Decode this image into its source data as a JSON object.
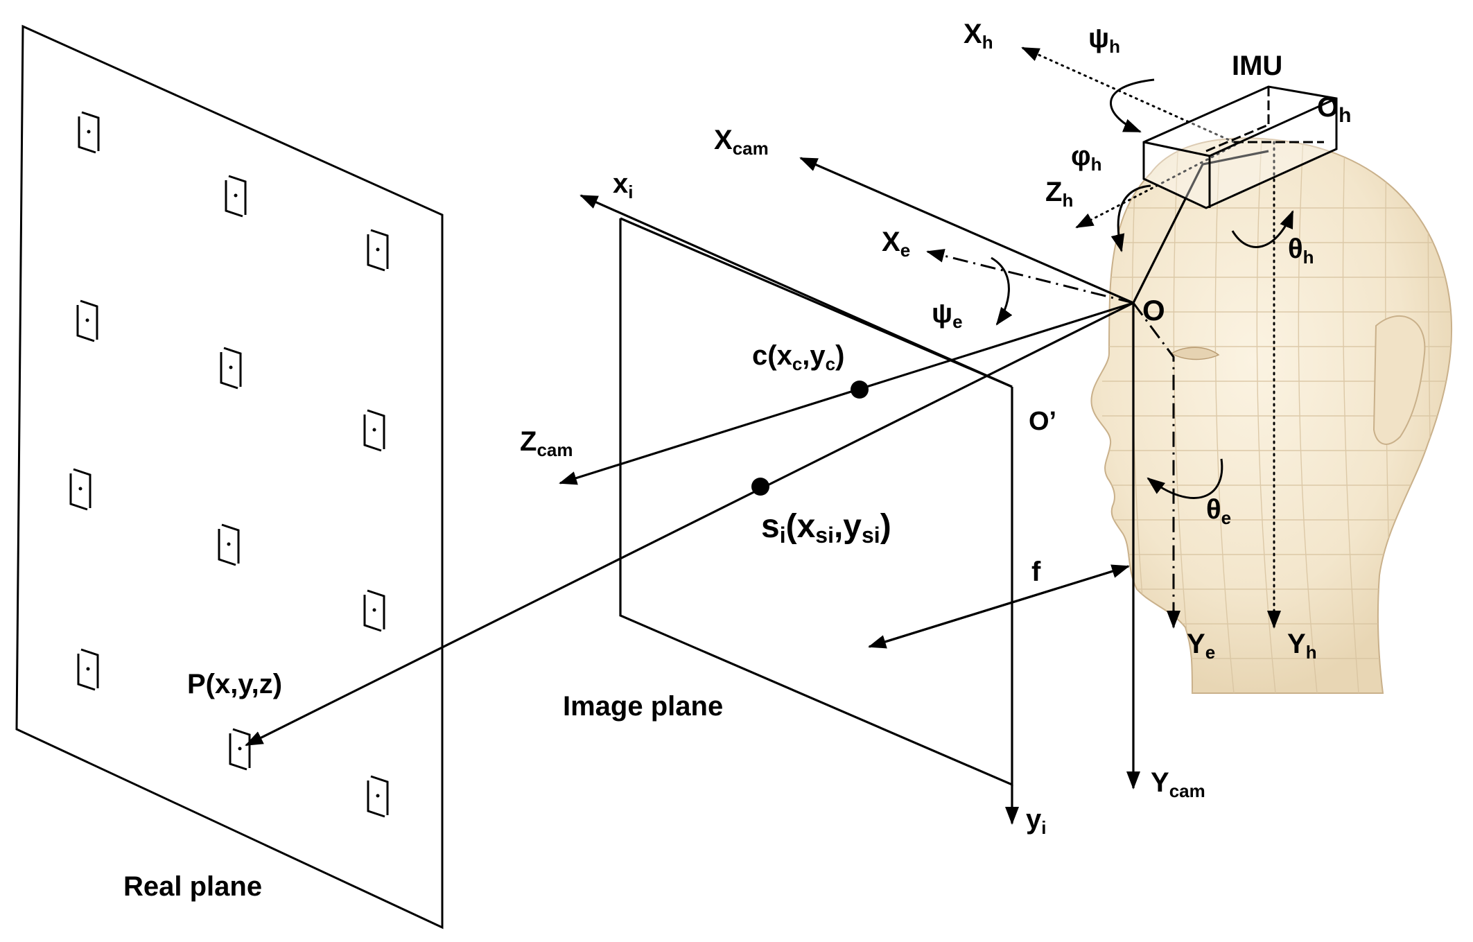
{
  "labels": {
    "real_plane": "Real plane",
    "image_plane": "Image plane",
    "imu": "IMU",
    "origin_o": "O",
    "origin_o_prime": "O’",
    "focal": "f",
    "point_p": "P(x,y,z)",
    "point_c_main": "c(x",
    "point_c_sub1": "c",
    "point_c_mid": ",y",
    "point_c_sub2": "c",
    "point_c_end": ")",
    "point_s_main": "s",
    "point_s_sub0": "i",
    "point_s_mid1": "(x",
    "point_s_sub1": "si",
    "point_s_mid2": ",y",
    "point_s_sub2": "si",
    "point_s_end": ")",
    "x_h": "X",
    "x_h_sub": "h",
    "psi_h": "ψ",
    "psi_h_sub": "h",
    "o_h": "O",
    "o_h_sub": "h",
    "x_cam": "X",
    "x_cam_sub": "cam",
    "phi_h": "φ",
    "phi_h_sub": "h",
    "z_h": "Z",
    "z_h_sub": "h",
    "x_i": "x",
    "x_i_sub": "i",
    "x_e": "X",
    "x_e_sub": "e",
    "theta_h": "θ",
    "theta_h_sub": "h",
    "psi_e": "ψ",
    "psi_e_sub": "e",
    "z_cam": "Z",
    "z_cam_sub": "cam",
    "theta_e": "θ",
    "theta_e_sub": "e",
    "y_e": "Y",
    "y_e_sub": "e",
    "y_h": "Y",
    "y_h_sub": "h",
    "y_cam": "Y",
    "y_cam_sub": "cam",
    "y_i": "y",
    "y_i_sub": "i"
  }
}
